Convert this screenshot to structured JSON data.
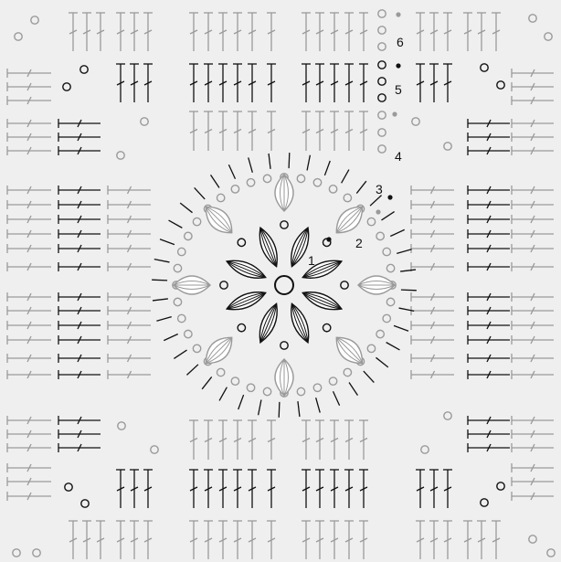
{
  "diagram": {
    "row_numbers": [
      "1",
      "2",
      "3",
      "4",
      "5",
      "6"
    ],
    "colors": {
      "background": "#efefef",
      "black_stitch": "#111111",
      "grey_stitch": "#9a9a9a",
      "petal_fill": "#ffffff"
    },
    "legend_icons": [
      "magic-ring-icon",
      "chain-icon",
      "slip-stitch-icon",
      "single-crochet-icon",
      "double-crochet-icon",
      "bobble-petal-icon"
    ]
  }
}
